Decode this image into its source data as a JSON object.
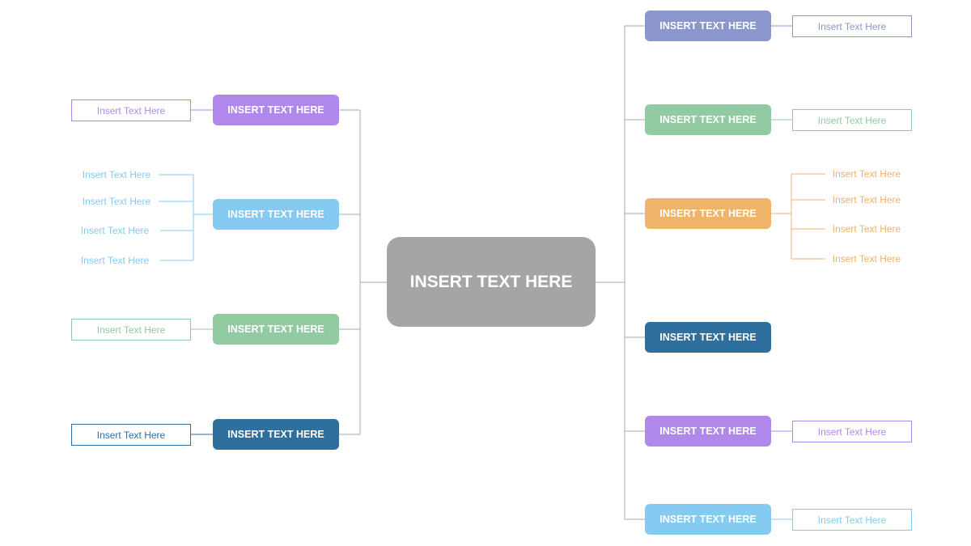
{
  "colors": {
    "connector": "#a8a8a8",
    "central": "#a5a5a5",
    "purple": "#b088ec",
    "lightblue": "#85cbf1",
    "green": "#92cba2",
    "darkblue": "#2f6f9e",
    "slate": "#8a96cc",
    "orange": "#efb369"
  },
  "central": {
    "label": "INSERT TEXT HERE"
  },
  "left_branches": [
    {
      "label": "INSERT TEXT HERE",
      "color": "purple",
      "box": "Insert Text Here"
    },
    {
      "label": "INSERT TEXT HERE",
      "color": "lightblue",
      "subitems": [
        "Insert Text Here",
        "Insert Text Here",
        "Insert Text Here",
        "Insert Text Here"
      ]
    },
    {
      "label": "INSERT TEXT HERE",
      "color": "green",
      "box": "Insert Text Here"
    },
    {
      "label": "INSERT TEXT HERE",
      "color": "darkblue",
      "box": "Insert Text Here"
    }
  ],
  "right_branches": [
    {
      "label": "INSERT TEXT HERE",
      "color": "slate",
      "box": "Insert Text Here"
    },
    {
      "label": "INSERT TEXT HERE",
      "color": "green",
      "box": "Insert Text Here"
    },
    {
      "label": "INSERT TEXT HERE",
      "color": "orange",
      "subitems": [
        "Insert Text Here",
        "Insert Text Here",
        "Insert Text Here",
        "Insert Text Here"
      ]
    },
    {
      "label": "INSERT TEXT HERE",
      "color": "darkblue"
    },
    {
      "label": "INSERT TEXT HERE",
      "color": "purple",
      "box": "Insert Text Here"
    },
    {
      "label": "INSERT TEXT HERE",
      "color": "lightblue",
      "box": "Insert Text Here"
    }
  ]
}
